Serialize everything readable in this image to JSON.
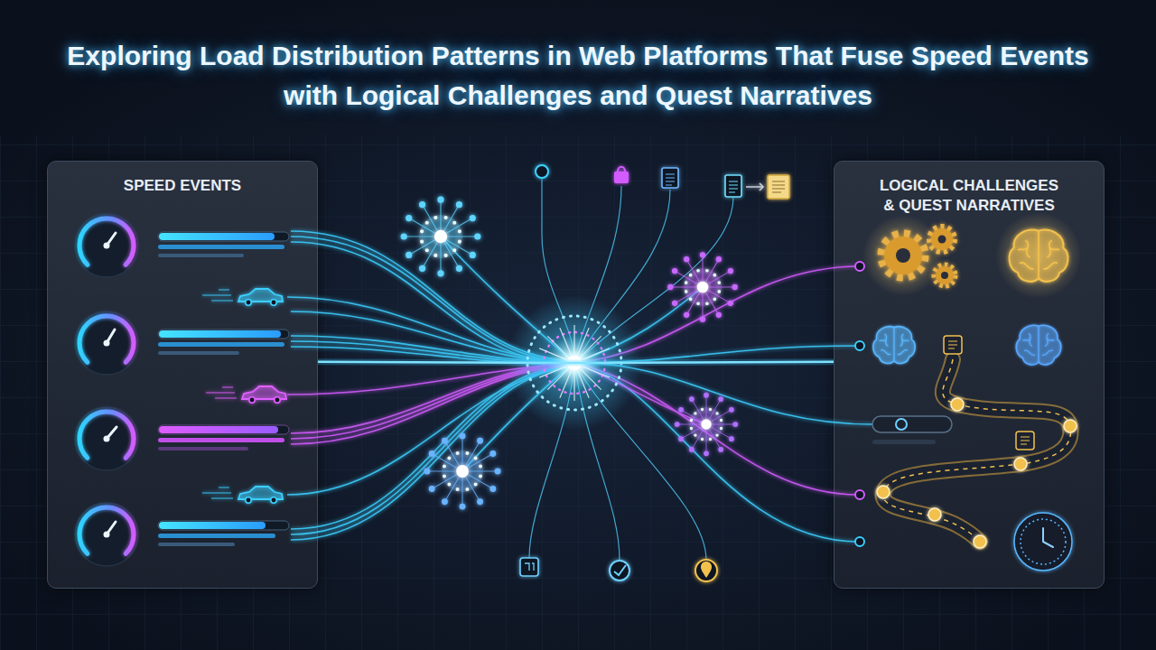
{
  "diagram": {
    "title": "Exploring Load Distribution Patterns in Web Platforms That Fuse Speed Events with Logical Challenges and Quest Narratives",
    "nodes": [
      {
        "text": [
          "SPEED EVENTS"
        ]
      },
      {
        "text": [
          "LOGICAL CHALLENGES & QUEST NARRATIVES"
        ]
      }
    ],
    "edges": [
      {
        "from": 0,
        "to": 1,
        "arrow": "none"
      }
    ]
  }
}
